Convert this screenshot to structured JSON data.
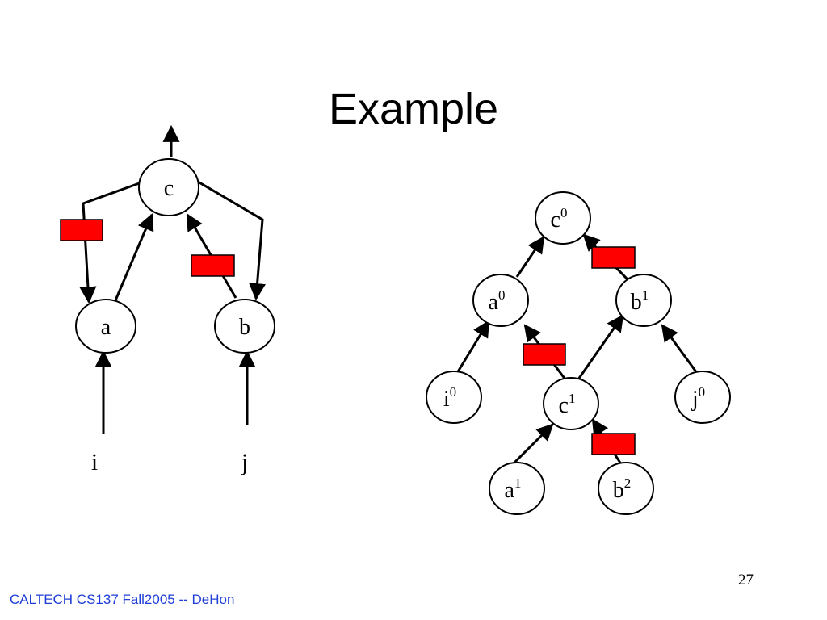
{
  "title": "Example",
  "footer": "CALTECH CS137 Fall2005 -- DeHon",
  "page_number": "27",
  "colors": {
    "register": "#ff0000",
    "stroke": "#000000",
    "footer": "#1f3fd6"
  },
  "left_graph": {
    "nodes": {
      "c": "c",
      "a": "a",
      "b": "b"
    },
    "inputs": {
      "i": "i",
      "j": "j"
    }
  },
  "right_graph": {
    "nodes": {
      "c0": {
        "base": "c",
        "sup": "0"
      },
      "a0": {
        "base": "a",
        "sup": "0"
      },
      "b1": {
        "base": "b",
        "sup": "1"
      },
      "i0": {
        "base": "i",
        "sup": "0"
      },
      "c1": {
        "base": "c",
        "sup": "1"
      },
      "j0": {
        "base": "j",
        "sup": "0"
      },
      "a1": {
        "base": "a",
        "sup": "1"
      },
      "b2": {
        "base": "b",
        "sup": "2"
      }
    }
  }
}
